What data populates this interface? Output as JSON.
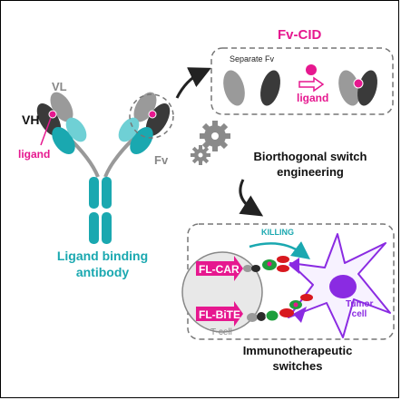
{
  "fv_cid": {
    "title": "Fv-CID",
    "separate_fv": "Separate Fv",
    "ligand": "ligand"
  },
  "antibody": {
    "vl": "VL",
    "vh": "VH",
    "ligand": "ligand",
    "fv": "Fv",
    "caption_line1": "Ligand binding",
    "caption_line2": "antibody"
  },
  "engineering": {
    "line1": "Biorthogonal switch",
    "line2": "engineering"
  },
  "immuno": {
    "killing": "KILLING",
    "fl_car": "FL-CAR",
    "fl_bite": "FL-BiTE",
    "tcell": "T-cell",
    "tumor_line1": "Tumor",
    "tumor_line2": "cell",
    "caption_line1": "Immunotherapeutic",
    "caption_line2": "switches"
  },
  "colors": {
    "magenta": "#e6188f",
    "teal": "#1aa8b0",
    "purple": "#8a2be2",
    "green": "#1f9e3c",
    "red": "#d8181f"
  }
}
